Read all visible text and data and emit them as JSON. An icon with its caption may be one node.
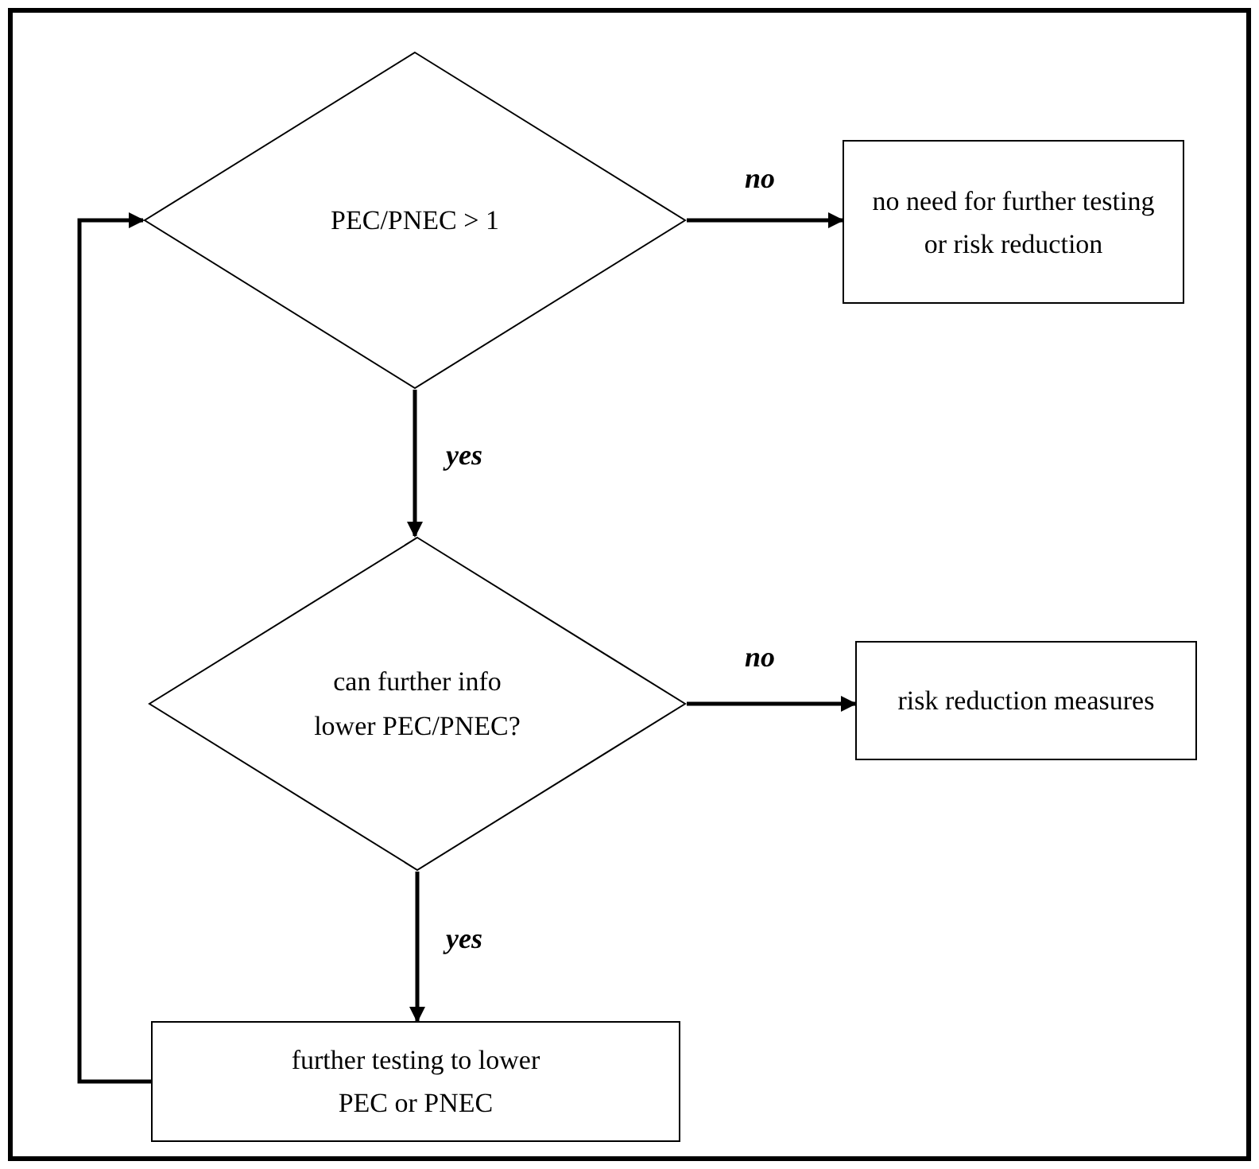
{
  "diagram": {
    "nodes": [
      {
        "text": [
          "PEC/PNEC > 1"
        ]
      },
      {
        "text": [
          "no need for further testing or risk reduction"
        ]
      },
      {
        "text": [
          "can further info lower PEC/PNEC?"
        ]
      },
      {
        "text": [
          "risk reduction measures"
        ]
      },
      {
        "text": [
          "further testing to lower PEC or PNEC"
        ]
      }
    ],
    "edges": [
      {
        "from": 0,
        "to": 1,
        "arrow": "to",
        "label": "no"
      },
      {
        "from": 0,
        "to": 2,
        "arrow": "to",
        "label": "yes"
      },
      {
        "from": 2,
        "to": 3,
        "arrow": "to",
        "label": "no"
      },
      {
        "from": 2,
        "to": 4,
        "arrow": "to",
        "label": "yes"
      },
      {
        "from": 4,
        "to": 0,
        "arrow": "to"
      }
    ]
  }
}
